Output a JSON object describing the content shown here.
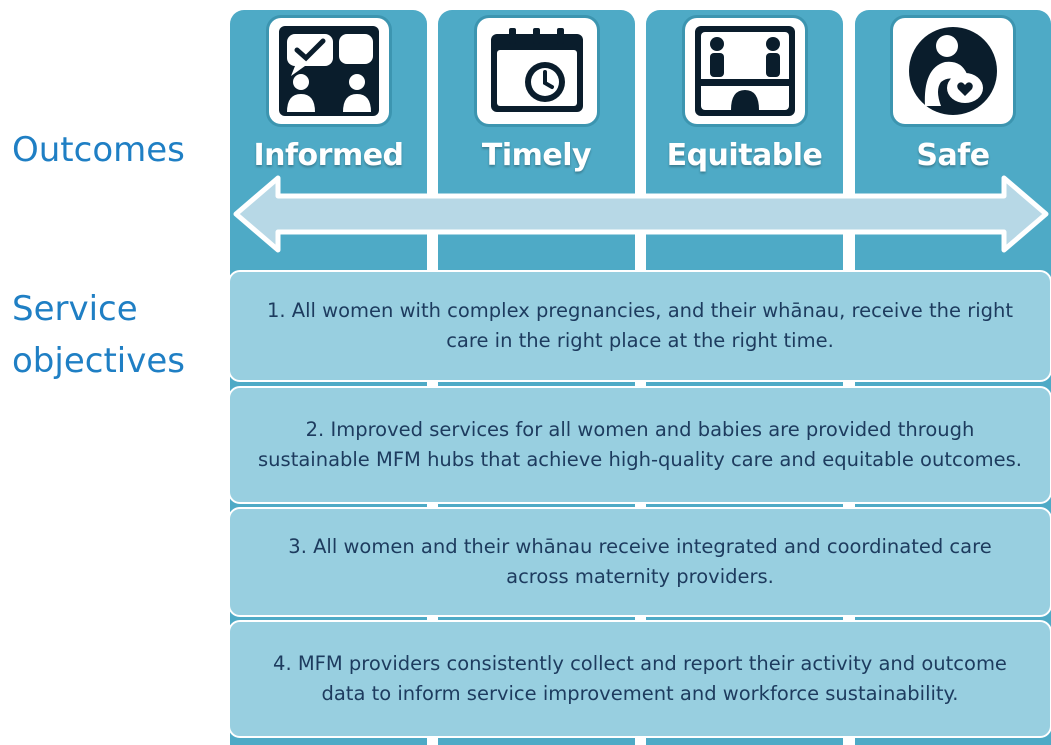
{
  "labels": {
    "outcomes": "Outcomes",
    "service_objectives": "Service\nobjectives"
  },
  "outcomes": [
    {
      "title": "Informed",
      "icon": "discussion-icon"
    },
    {
      "title": "Timely",
      "icon": "calendar-clock-icon"
    },
    {
      "title": "Equitable",
      "icon": "balance-scale-icon"
    },
    {
      "title": "Safe",
      "icon": "mother-baby-icon"
    }
  ],
  "objectives": [
    "1. All women with complex pregnancies, and their whānau, receive the right care in the right place at the right time.",
    "2. Improved services for all women and babies are provided through sustainable MFM hubs that achieve high-quality care and equitable outcomes.",
    "3. All women and their whānau receive integrated and coordinated care across maternity providers.",
    "4. MFM providers consistently collect and report their activity and outcome data to inform service improvement and workforce sustainability."
  ],
  "colors": {
    "label_blue": "#1f7fc4",
    "column_teal": "#4eaac6",
    "objective_box": "#98cfe0",
    "arrow_fill": "#b7d8e6",
    "icon_dark": "#0a1d2c"
  }
}
